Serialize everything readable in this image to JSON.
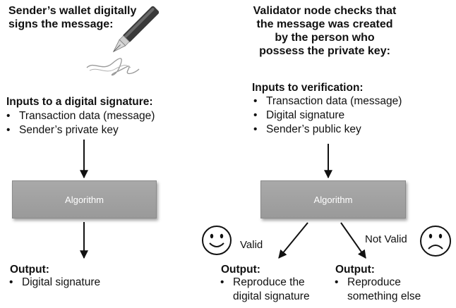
{
  "left": {
    "title_line1": "Sender’s wallet digitally",
    "title_line2": "signs the message:",
    "inputs_heading": "Inputs to a digital signature:",
    "inputs": [
      "Transaction data (message)",
      "Sender’s private key"
    ],
    "algorithm_label": "Algorithm",
    "output_heading": "Output:",
    "outputs": [
      "Digital signature"
    ]
  },
  "right": {
    "title_lines": [
      "Validator node checks that",
      "the message was created",
      "by the person who",
      "possess the private key:"
    ],
    "inputs_heading": "Inputs to verification:",
    "inputs": [
      "Transaction data (message)",
      "Digital signature",
      "Sender’s public key"
    ],
    "algorithm_label": "Algorithm",
    "valid_label": "Valid",
    "not_valid_label": "Not Valid",
    "valid_output_heading": "Output:",
    "valid_outputs": [
      "Reproduce the",
      "digital signature"
    ],
    "invalid_output_heading": "Output:",
    "invalid_outputs": [
      "Reproduce",
      "something else"
    ]
  },
  "icons": [
    "pen-signature-icon",
    "smiley-face-icon",
    "sad-face-icon"
  ]
}
